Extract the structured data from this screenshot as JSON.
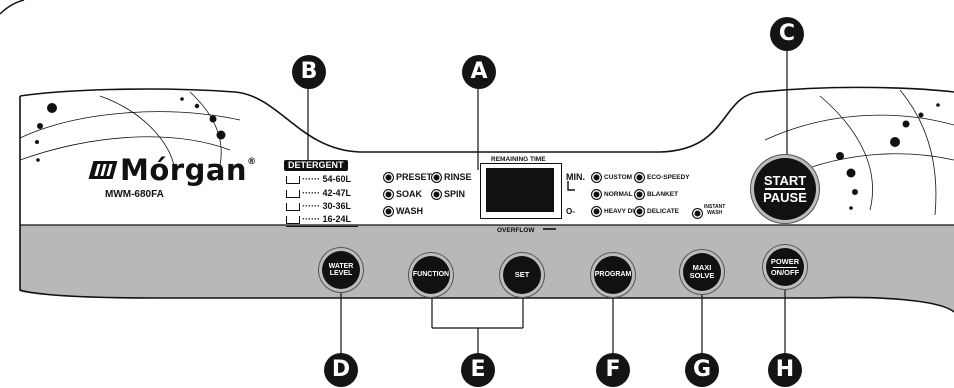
{
  "brand": {
    "name": "Mórgan",
    "registered": "®",
    "model": "MWM-680FA"
  },
  "callouts": [
    "A",
    "B",
    "C",
    "D",
    "E",
    "F",
    "G",
    "H"
  ],
  "detergent": {
    "title": "DETERGENT",
    "levels": [
      "54-60L",
      "42-47L",
      "30-36L",
      "16-24L"
    ]
  },
  "wash_modes": {
    "preset": "PRESET",
    "rinse": "RINSE",
    "soak": "SOAK",
    "spin": "SPIN",
    "wash": "WASH"
  },
  "display": {
    "remaining_time": "REMAINING TIME",
    "overflow": "OVERFLOW"
  },
  "program_indicators": {
    "min": "MIN.",
    "l_symbol": "L",
    "key_symbol": "O-",
    "custom": "CUSTOM",
    "eco_speedy": "ECO-SPEEDY",
    "normal": "NORMAL",
    "blanket": "BLANKET",
    "heavy_duty": "HEAVY DUTY",
    "delicate": "DELICATE",
    "instant": "INSTANT",
    "instant_wash": "WASH"
  },
  "buttons": {
    "start_line1": "START",
    "start_line2": "PAUSE",
    "water_line1": "WATER",
    "water_line2": "LEVEL",
    "function": "FUNCTION",
    "set": "SET",
    "program": "PROGRAM",
    "maxi_line1": "MAXI",
    "maxi_line2": "SOLVE",
    "power_line1": "POWER",
    "power_line2": "ON/OFF"
  },
  "colors": {
    "panel_band": "#b8b8b8",
    "button": "#111111",
    "callout": "#141414"
  }
}
